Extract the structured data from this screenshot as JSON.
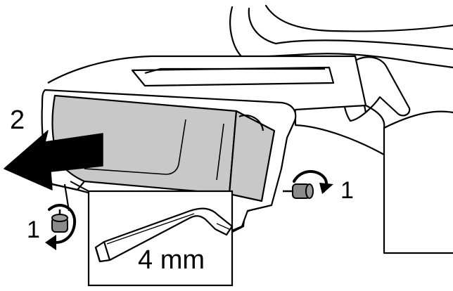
{
  "figure": {
    "step_remove": "2",
    "step_loosen_left": "1",
    "step_loosen_right": "1",
    "tool_size": "4 mm"
  },
  "colors": {
    "outline": "#000000",
    "cover_fill": "#c8c8c8",
    "screw_fill": "#8a8a8a",
    "arrow_fill": "#000000",
    "background": "#ffffff"
  },
  "icons": [
    "removal-arrow-icon",
    "rotate-arrow-icon",
    "screw-icon",
    "hex-key-icon"
  ]
}
